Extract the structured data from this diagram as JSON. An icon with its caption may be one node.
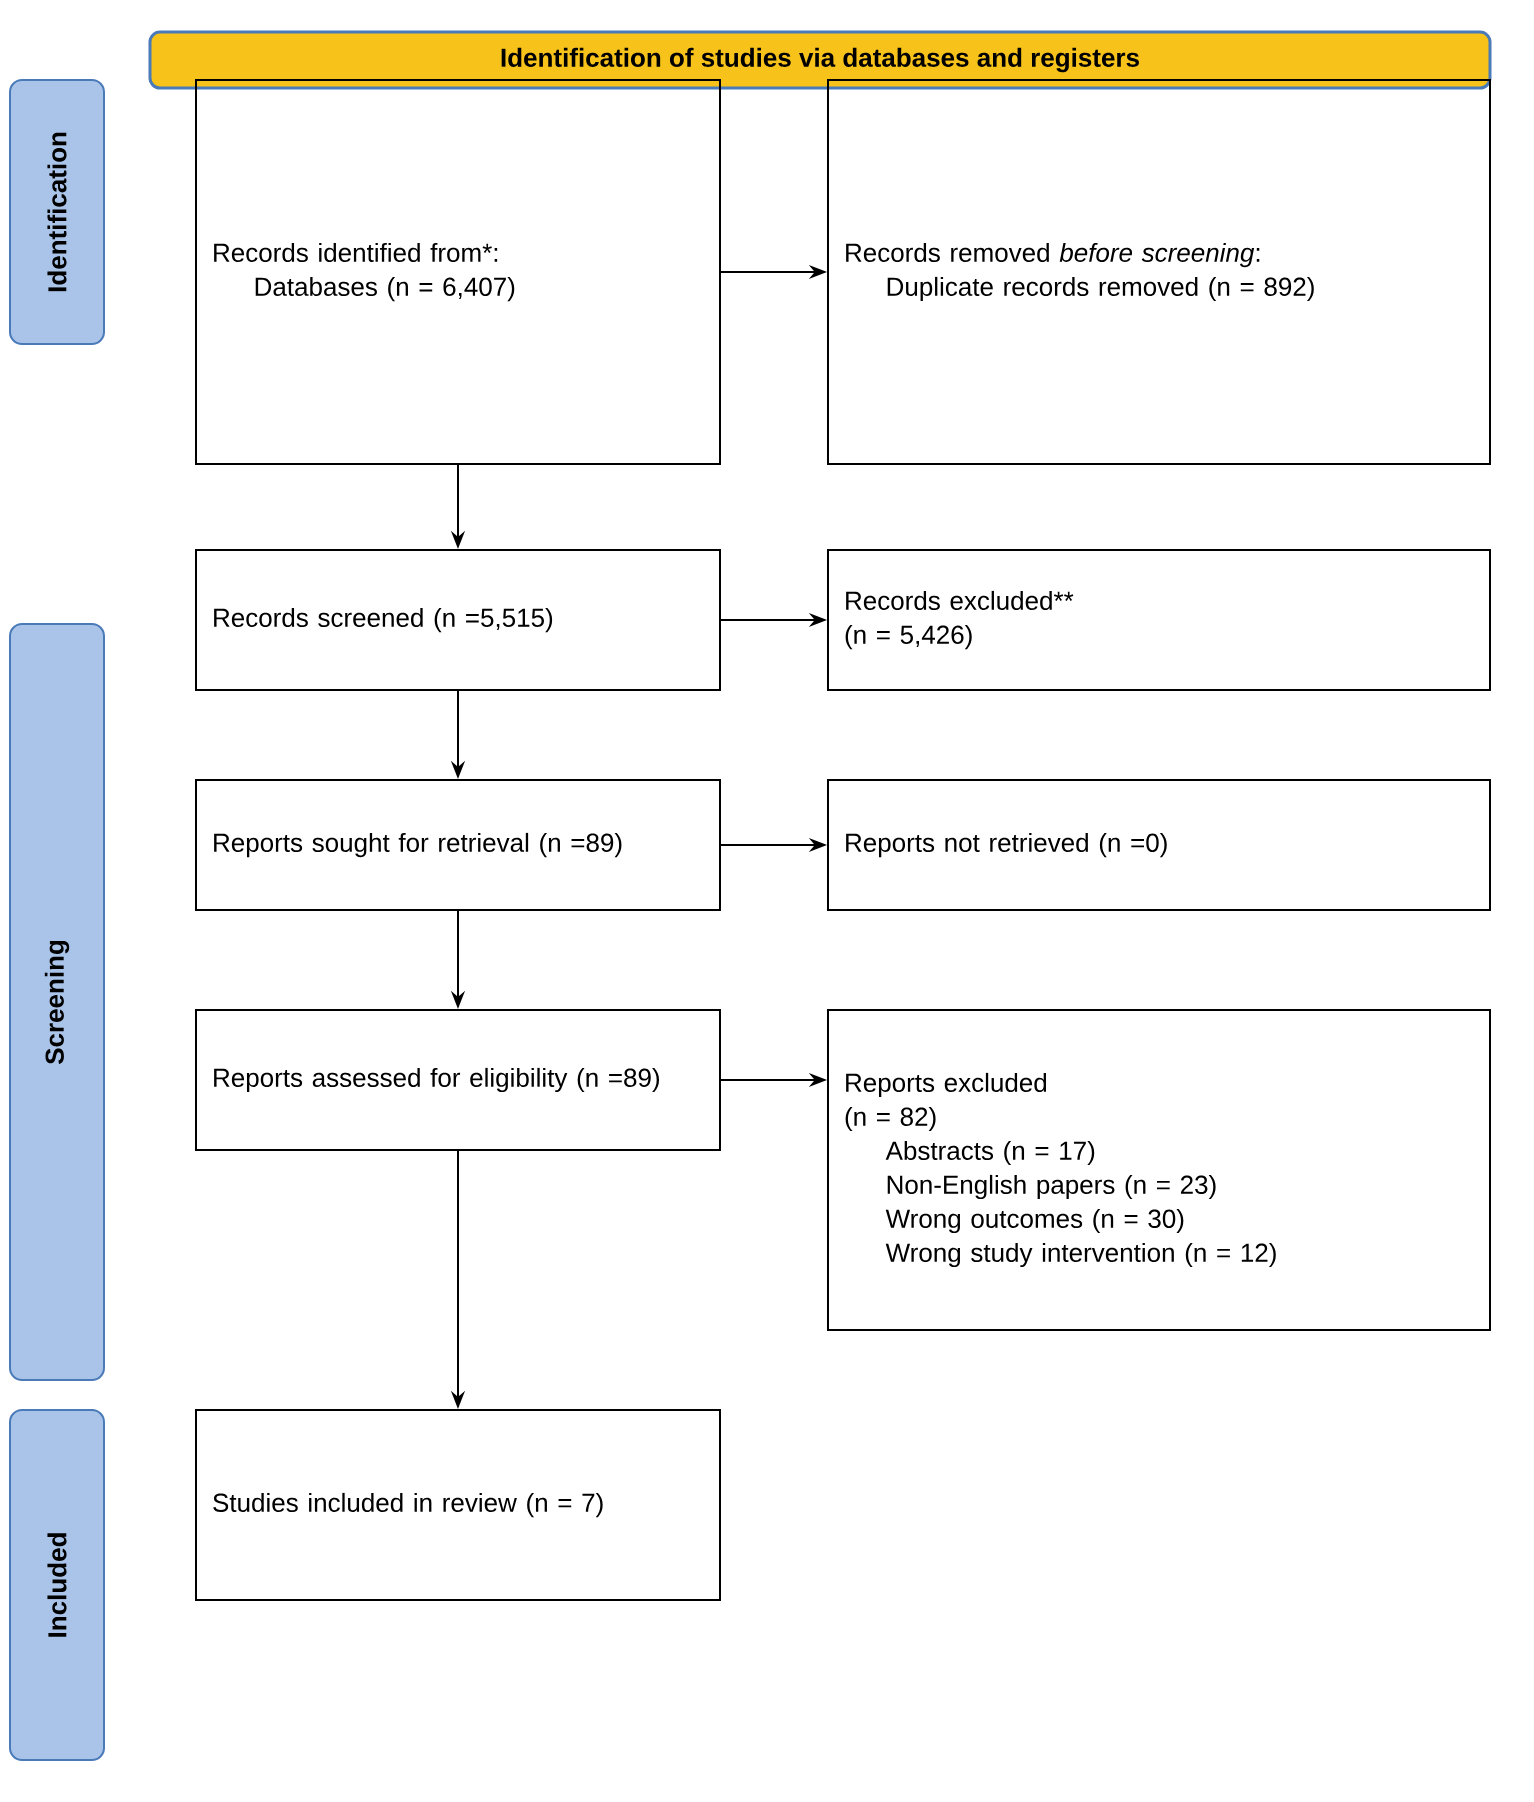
{
  "diagram": {
    "nodes": [
      {
        "text": [
          "Identification of studies via databases and registers"
        ]
      },
      {
        "text": [
          "Identification"
        ]
      },
      {
        "text": [
          "Screening"
        ]
      },
      {
        "text": [
          "Included"
        ]
      },
      {
        "text": [
          "Records identified from*:",
          "Databases (n = 6,407)"
        ]
      },
      {
        "text": [
          "Records removed *before screening*:",
          "Duplicate records removed (n = 892)"
        ]
      },
      {
        "text": [
          "Records screened (n =5,515)"
        ]
      },
      {
        "text": [
          "Records excluded**",
          "(n = 5,426)"
        ]
      },
      {
        "text": [
          "Reports sought for retrieval (n =89)"
        ]
      },
      {
        "text": [
          "Reports not retrieved (n =0)"
        ]
      },
      {
        "text": [
          "Reports assessed for eligibility (n =89)"
        ]
      },
      {
        "text": [
          "Reports excluded",
          "(n = 82)",
          "Abstracts (n = 17)",
          "Non-English papers (n = 23)",
          "Wrong outcomes (n = 30)",
          "Wrong study intervention (n = 12)"
        ]
      },
      {
        "text": [
          "Studies included in review (n = 7)"
        ]
      }
    ],
    "edges": [
      {
        "from": 4,
        "to": 5,
        "arrow": "to"
      },
      {
        "from": 4,
        "to": 6,
        "arrow": "to"
      },
      {
        "from": 6,
        "to": 7,
        "arrow": "to"
      },
      {
        "from": 6,
        "to": 8,
        "arrow": "to"
      },
      {
        "from": 8,
        "to": 9,
        "arrow": "to"
      },
      {
        "from": 8,
        "to": 10,
        "arrow": "to"
      },
      {
        "from": 10,
        "to": 11,
        "arrow": "to"
      },
      {
        "from": 10,
        "to": 12,
        "arrow": "to"
      }
    ]
  }
}
